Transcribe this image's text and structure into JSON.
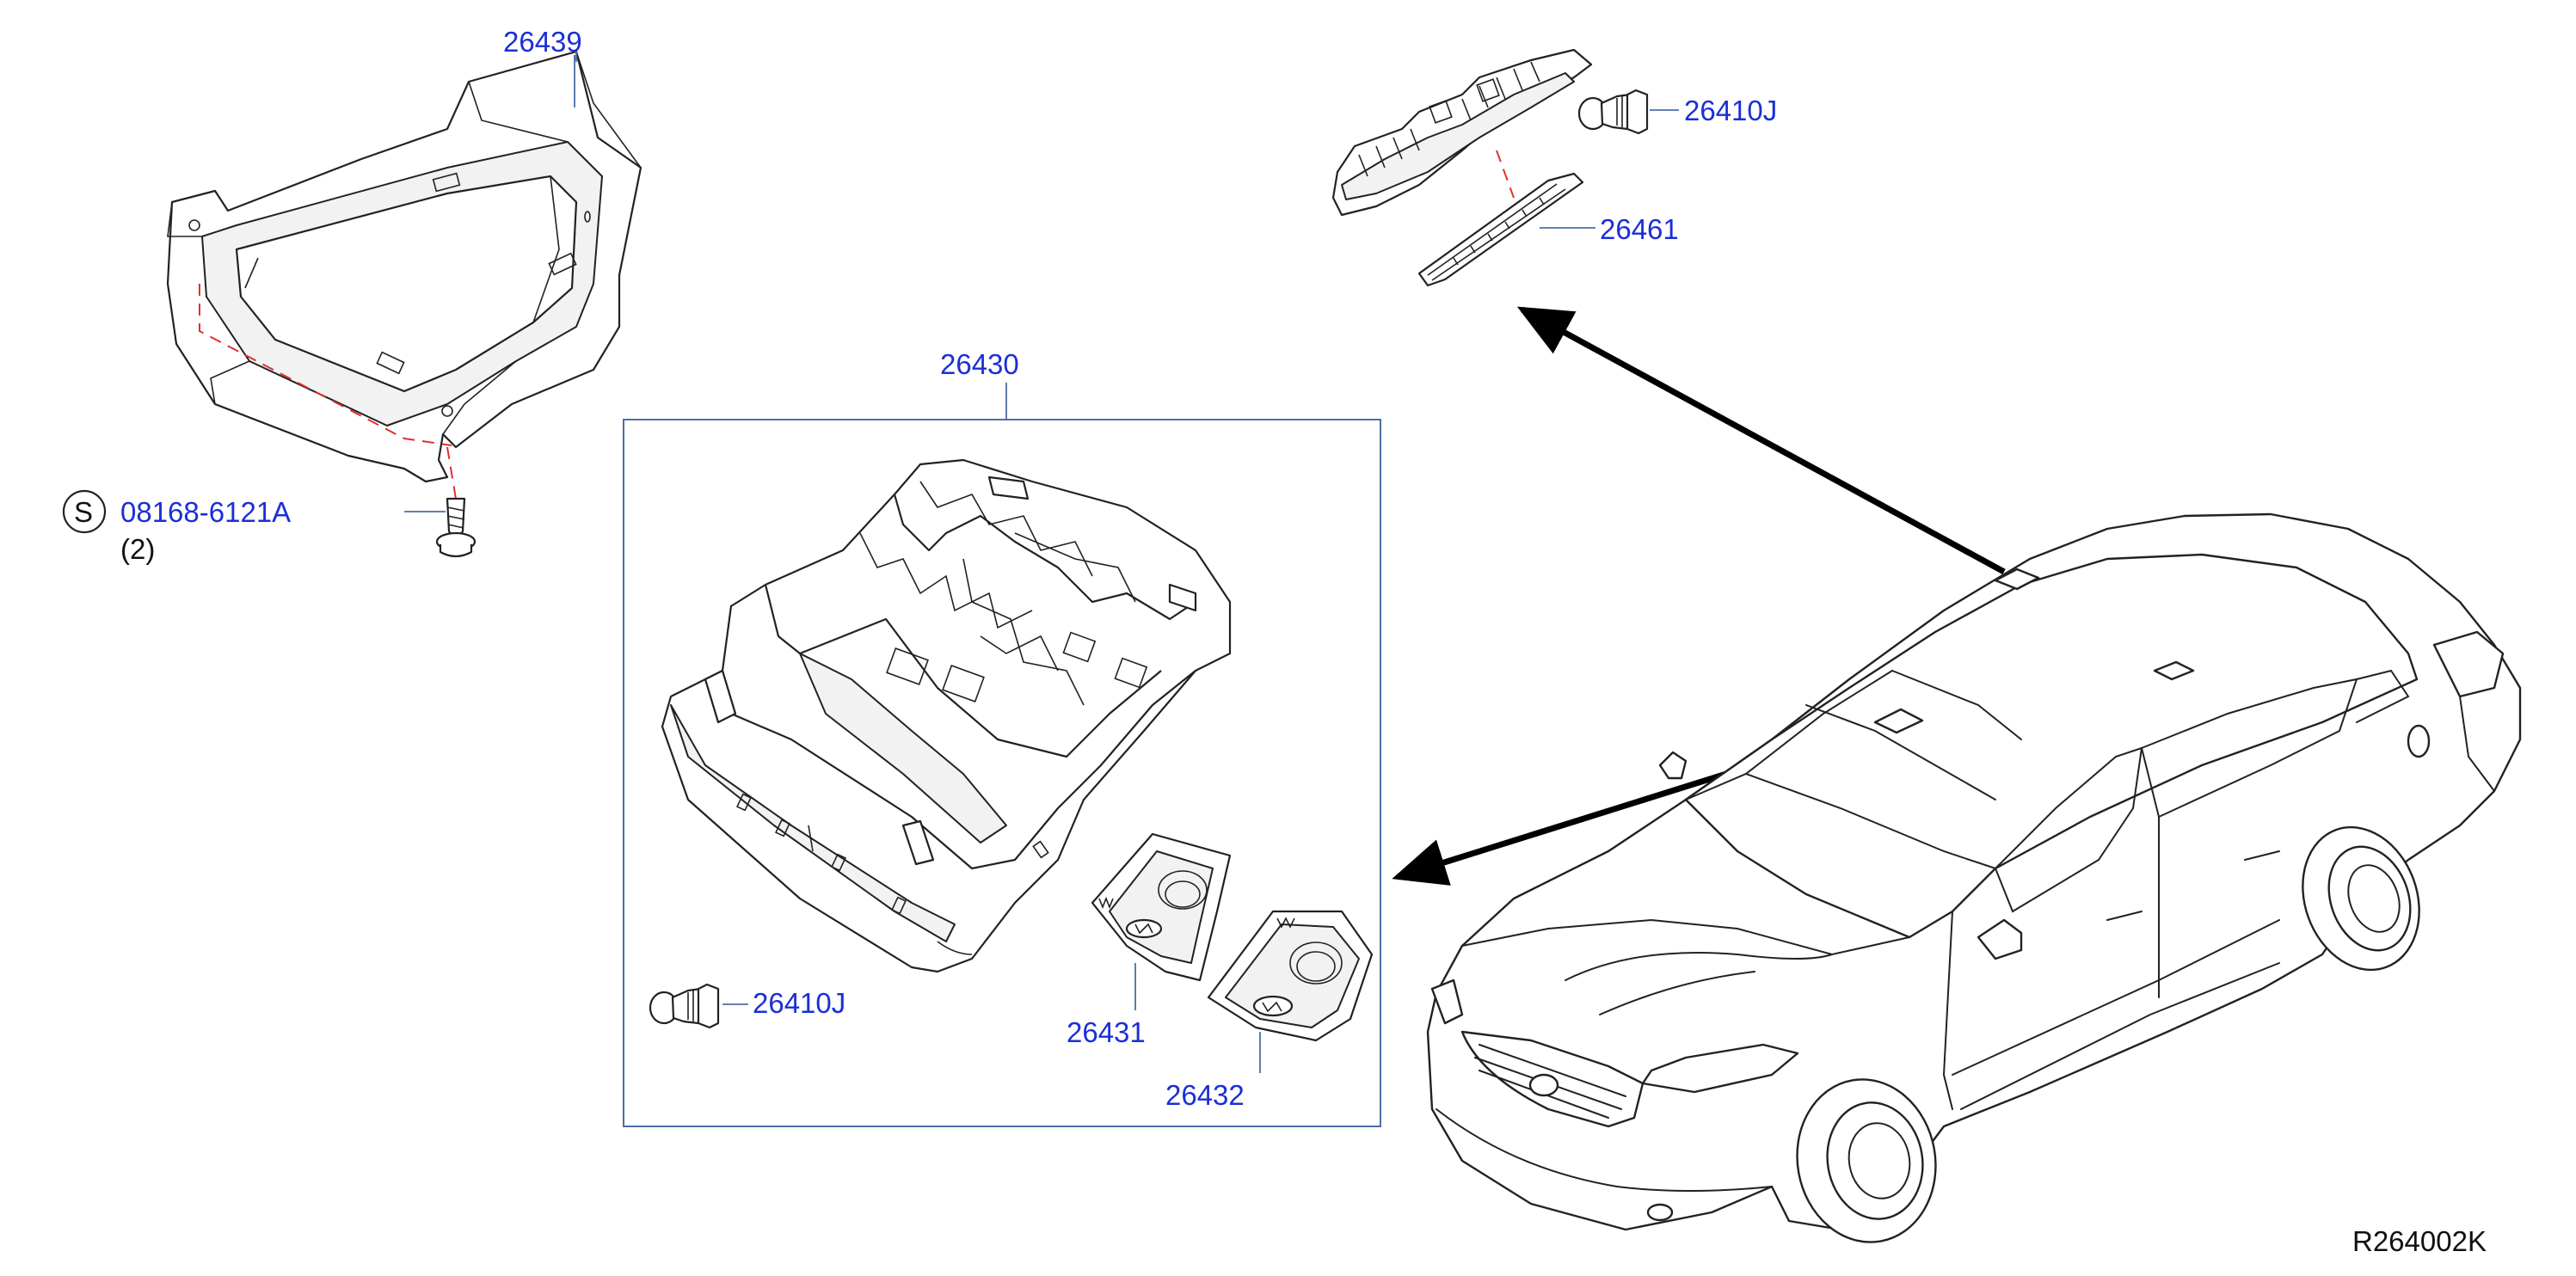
{
  "diagram": {
    "reference_code": "R264002K",
    "accent_color": "#1b2fd6",
    "leader_color": "#4a6fa5",
    "guide_line_color": "#e03030",
    "parts": {
      "bracket": {
        "number": "26439"
      },
      "screw": {
        "symbol": "S",
        "number": "08168-6121A",
        "quantity": "(2)"
      },
      "lamp_assembly": {
        "number": "26430"
      },
      "bulb_lower": {
        "number": "26410J"
      },
      "lens_left": {
        "number": "26431"
      },
      "lens_right": {
        "number": "26432"
      },
      "bulb_upper": {
        "number": "26410J"
      },
      "lens_upper": {
        "number": "26461"
      }
    }
  }
}
